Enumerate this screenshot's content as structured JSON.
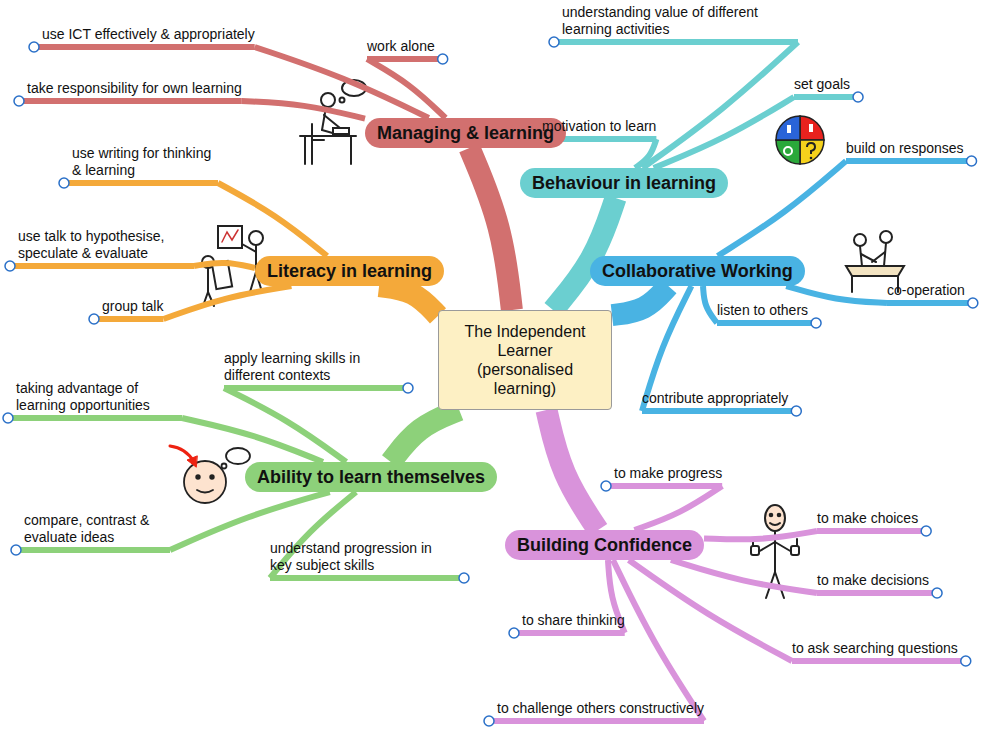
{
  "diagram": {
    "nodes": [
      {
        "text": [
          "The Independent Learner (personalised learning)"
        ]
      },
      {
        "text": [
          "Managing & learning"
        ]
      },
      {
        "text": [
          "use ICT effectively & appropriately"
        ]
      },
      {
        "text": [
          "work alone"
        ]
      },
      {
        "text": [
          "take responsibility for own learning"
        ]
      },
      {
        "text": [
          "Behaviour in learning"
        ]
      },
      {
        "text": [
          "understanding value of different learning activities"
        ]
      },
      {
        "text": [
          "set goals"
        ]
      },
      {
        "text": [
          "motivation to learn"
        ]
      },
      {
        "text": [
          "Collaborative Working"
        ]
      },
      {
        "text": [
          "build on responses"
        ]
      },
      {
        "text": [
          "listen to others"
        ]
      },
      {
        "text": [
          "co-operation"
        ]
      },
      {
        "text": [
          "contribute appropriately"
        ]
      },
      {
        "text": [
          "Building Confidence"
        ]
      },
      {
        "text": [
          "to make progress"
        ]
      },
      {
        "text": [
          "to make choices"
        ]
      },
      {
        "text": [
          "to make decisions"
        ]
      },
      {
        "text": [
          "to ask searching questions"
        ]
      },
      {
        "text": [
          "to share thinking"
        ]
      },
      {
        "text": [
          "to challenge others constructively"
        ]
      },
      {
        "text": [
          "Ability to learn themselves"
        ]
      },
      {
        "text": [
          "taking advantage of learning opportunities"
        ]
      },
      {
        "text": [
          "apply learning skills in different contexts"
        ]
      },
      {
        "text": [
          "compare, contrast & evaluate ideas"
        ]
      },
      {
        "text": [
          "understand progression in key subject skills"
        ]
      },
      {
        "text": [
          "Literacy in learning"
        ]
      },
      {
        "text": [
          "use writing for thinking & learning"
        ]
      },
      {
        "text": [
          "use talk to hypothesise, speculate & evaluate"
        ]
      },
      {
        "text": [
          "group talk"
        ]
      }
    ],
    "edges": [
      {
        "from": 0,
        "to": 1,
        "arrow": "none"
      },
      {
        "from": 1,
        "to": 2,
        "arrow": "none"
      },
      {
        "from": 1,
        "to": 3,
        "arrow": "none"
      },
      {
        "from": 1,
        "to": 4,
        "arrow": "none"
      },
      {
        "from": 0,
        "to": 5,
        "arrow": "none"
      },
      {
        "from": 5,
        "to": 6,
        "arrow": "none"
      },
      {
        "from": 5,
        "to": 7,
        "arrow": "none"
      },
      {
        "from": 5,
        "to": 8,
        "arrow": "none"
      },
      {
        "from": 0,
        "to": 9,
        "arrow": "none"
      },
      {
        "from": 9,
        "to": 10,
        "arrow": "none"
      },
      {
        "from": 9,
        "to": 11,
        "arrow": "none"
      },
      {
        "from": 9,
        "to": 12,
        "arrow": "none"
      },
      {
        "from": 9,
        "to": 13,
        "arrow": "none"
      },
      {
        "from": 0,
        "to": 14,
        "arrow": "none"
      },
      {
        "from": 14,
        "to": 15,
        "arrow": "none"
      },
      {
        "from": 14,
        "to": 16,
        "arrow": "none"
      },
      {
        "from": 14,
        "to": 17,
        "arrow": "none"
      },
      {
        "from": 14,
        "to": 18,
        "arrow": "none"
      },
      {
        "from": 14,
        "to": 19,
        "arrow": "none"
      },
      {
        "from": 14,
        "to": 20,
        "arrow": "none"
      },
      {
        "from": 0,
        "to": 21,
        "arrow": "none"
      },
      {
        "from": 21,
        "to": 22,
        "arrow": "none"
      },
      {
        "from": 21,
        "to": 23,
        "arrow": "none"
      },
      {
        "from": 21,
        "to": 24,
        "arrow": "none"
      },
      {
        "from": 21,
        "to": 25,
        "arrow": "none"
      },
      {
        "from": 0,
        "to": 26,
        "arrow": "none"
      },
      {
        "from": 26,
        "to": 27,
        "arrow": "none"
      },
      {
        "from": 26,
        "to": 28,
        "arrow": "none"
      },
      {
        "from": 26,
        "to": 29,
        "arrow": "none"
      }
    ]
  }
}
